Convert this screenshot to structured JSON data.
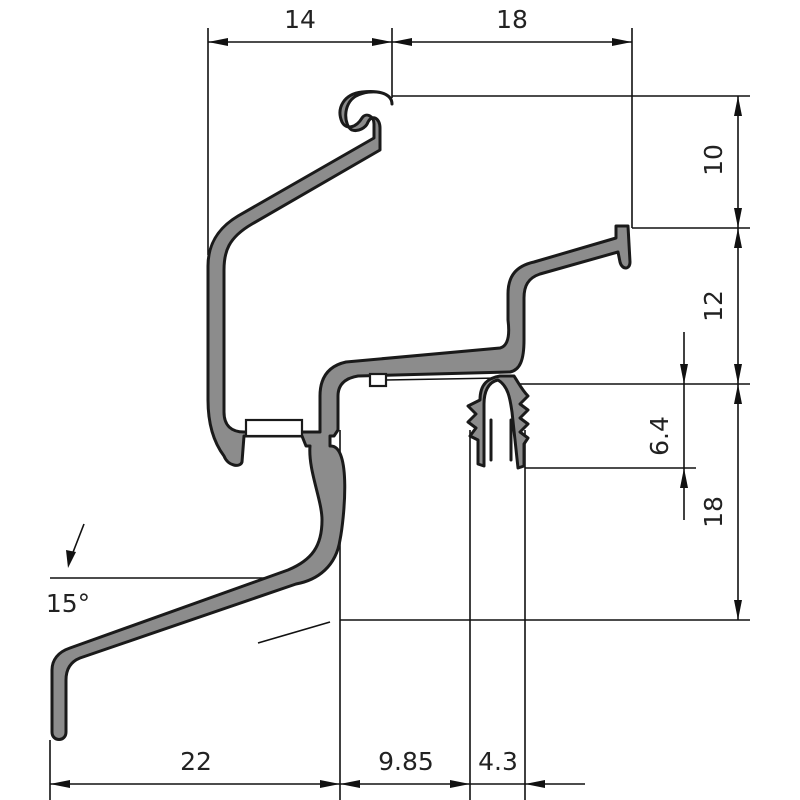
{
  "drawing": {
    "subject": "aluminium profile cross-section",
    "profile_color": "#8c8c8c",
    "outline_color": "#1a1a1a",
    "line_color": "#111111"
  },
  "dimensions": {
    "top_left_width": "14",
    "top_right_width": "18",
    "right_top_height": "10",
    "right_mid_height": "12",
    "seal_height": "6.4",
    "right_bottom_height": "18",
    "angle": "15°",
    "bottom_left_width": "22",
    "bottom_mid_width": "9.85",
    "bottom_seal_width": "4.3"
  }
}
